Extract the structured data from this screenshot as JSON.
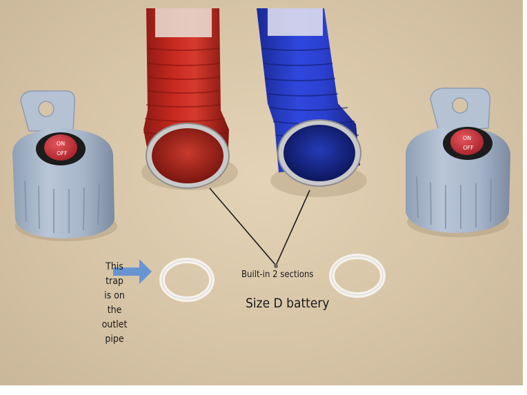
{
  "annotations": {
    "trap_note_lines": [
      "This",
      "trap",
      "is on",
      "the",
      "outlet",
      "pipe"
    ],
    "sections_note": "Built-in 2 sections",
    "battery_note": "Size D battery"
  },
  "switch_labels": {
    "on": "ON",
    "off": "OFF"
  },
  "colors": {
    "background": "#d9c7a9",
    "red_tube": "#b8231c",
    "blue_tube": "#2438c9",
    "cap": "#a9b8cc",
    "button": "#c8373f",
    "ring": "#f2f0ea",
    "arrow": "#5b8fd6"
  }
}
